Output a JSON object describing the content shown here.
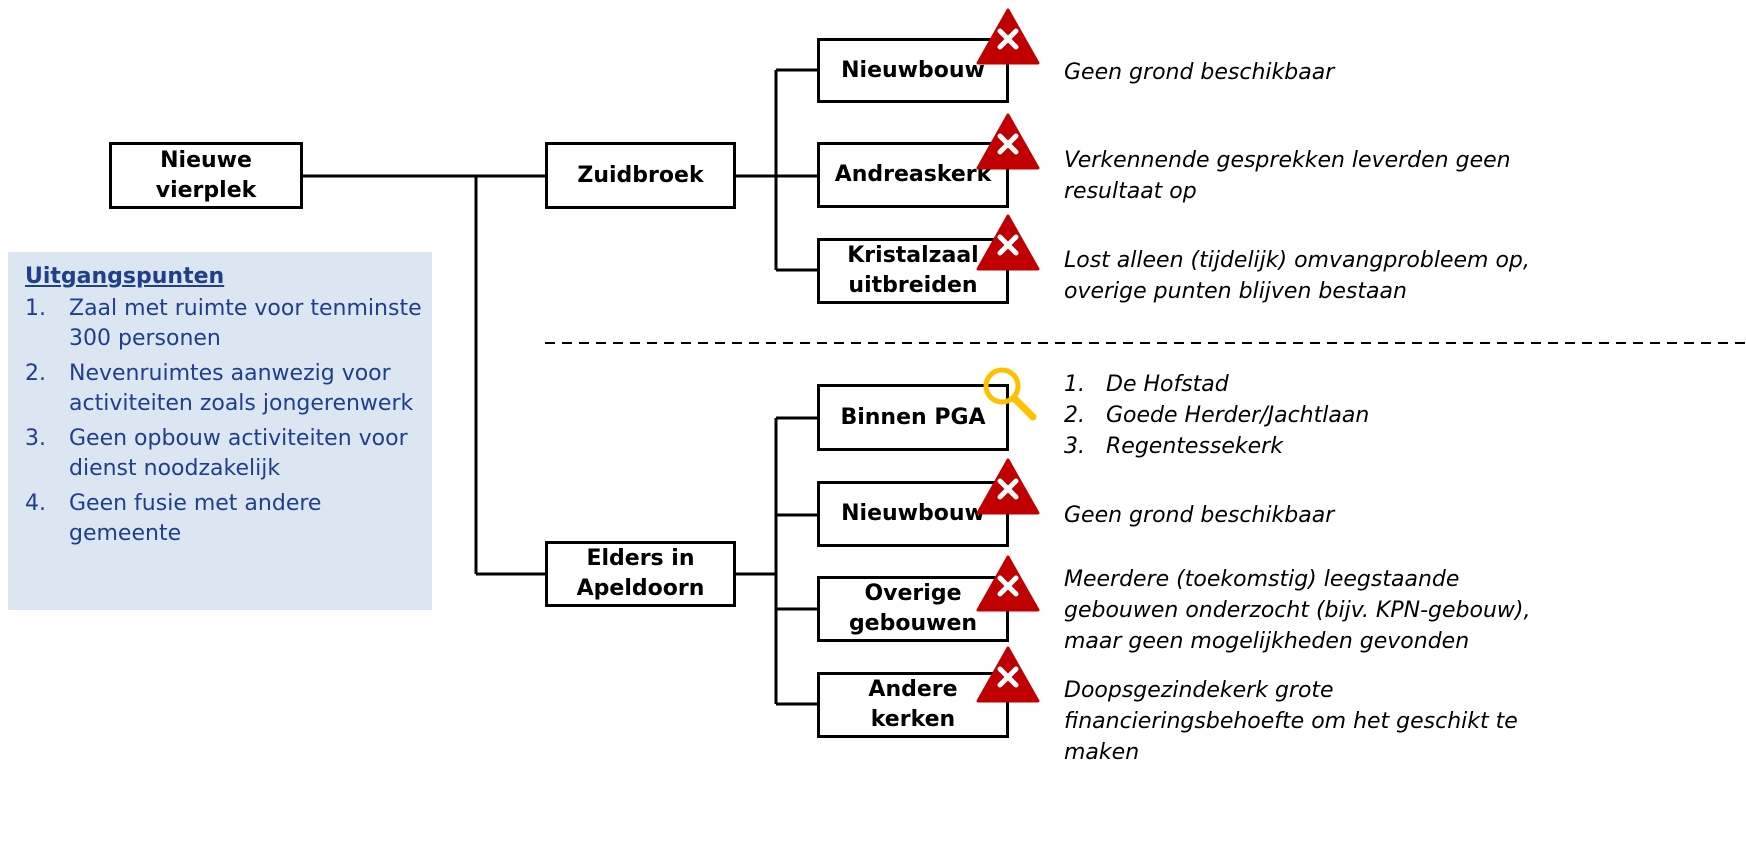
{
  "root": {
    "label": "Nieuwe\nvierplek"
  },
  "branches": [
    {
      "label": "Zuidbroek",
      "options": [
        {
          "label": "Nieuwbouw",
          "status": "rejected",
          "note": "Geen grond beschikbaar"
        },
        {
          "label": "Andreaskerk",
          "status": "rejected",
          "note": "Verkennende gesprekken leverden geen resultaat op"
        },
        {
          "label": "Kristalzaal\nuitbreiden",
          "status": "rejected",
          "note": "Lost alleen (tijdelijk) omvangprobleem op, overige punten blijven bestaan"
        }
      ]
    },
    {
      "label": "Elders in\nApeldoorn",
      "options": [
        {
          "label": "Binnen PGA",
          "status": "investigating",
          "list": [
            "De Hofstad",
            "Goede Herder/Jachtlaan",
            "Regentessekerk"
          ]
        },
        {
          "label": "Nieuwbouw",
          "status": "rejected",
          "note": "Geen grond beschikbaar"
        },
        {
          "label": "Overige\ngebouwen",
          "status": "rejected",
          "note": "Meerdere (toekomstig) leegstaande gebouwen onderzocht (bijv. KPN-gebouw), maar geen mogelijkheden gevonden"
        },
        {
          "label": "Andere\nkerken",
          "status": "rejected",
          "note": "Doopsgezindekerk grote financieringsbehoefte om het geschikt te maken"
        }
      ]
    }
  ],
  "principles": {
    "title": "Uitgangspunten",
    "items": [
      {
        "num": "1.",
        "text": "Zaal met ruimte voor tenminste 300 personen"
      },
      {
        "num": "2.",
        "text": "Nevenruimtes aanwezig voor activiteiten zoals jongerenwerk"
      },
      {
        "num": "3.",
        "text": "Geen opbouw activiteiten voor dienst noodzakelijk"
      },
      {
        "num": "4.",
        "text": "Geen fusie met andere gemeente"
      }
    ]
  },
  "icons": {
    "rejected": "rejected-warning-icon",
    "investigating": "magnifier-icon"
  },
  "colors": {
    "rejected": "#c00000",
    "investigating": "#ffc000",
    "panel_bg": "#dce6f2",
    "panel_text": "#1f3f8b"
  }
}
